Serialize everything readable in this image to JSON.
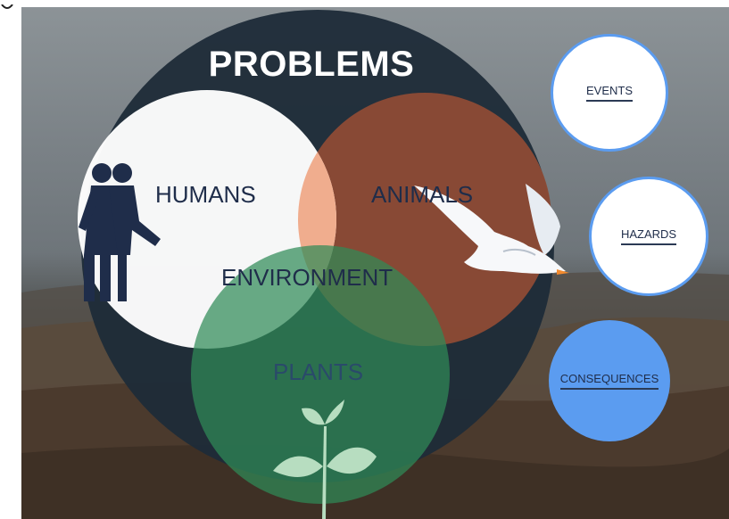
{
  "diagram": {
    "title": "PROBLEMS",
    "sets": {
      "humans": "HUMANS",
      "animals": "ANIMALS",
      "plants": "PLANTS",
      "center": "ENVIRONMENT"
    }
  },
  "side_buttons": {
    "events": "EVENTS",
    "hazards": "HAZARDS",
    "consequences": "CONSEQUENCES"
  },
  "colors": {
    "big_circle": "#1e2b38",
    "humans_circle": "#ffffff",
    "animals_circle": "#8b4a35",
    "plants_circle": "#2e7a50",
    "consequences_fill": "#5b9cf0",
    "side_circle_border": "#5b9cf0",
    "label_text": "#1f2d4a"
  },
  "icons": [
    "people-icon",
    "seagull-icon",
    "sprout-icon"
  ]
}
